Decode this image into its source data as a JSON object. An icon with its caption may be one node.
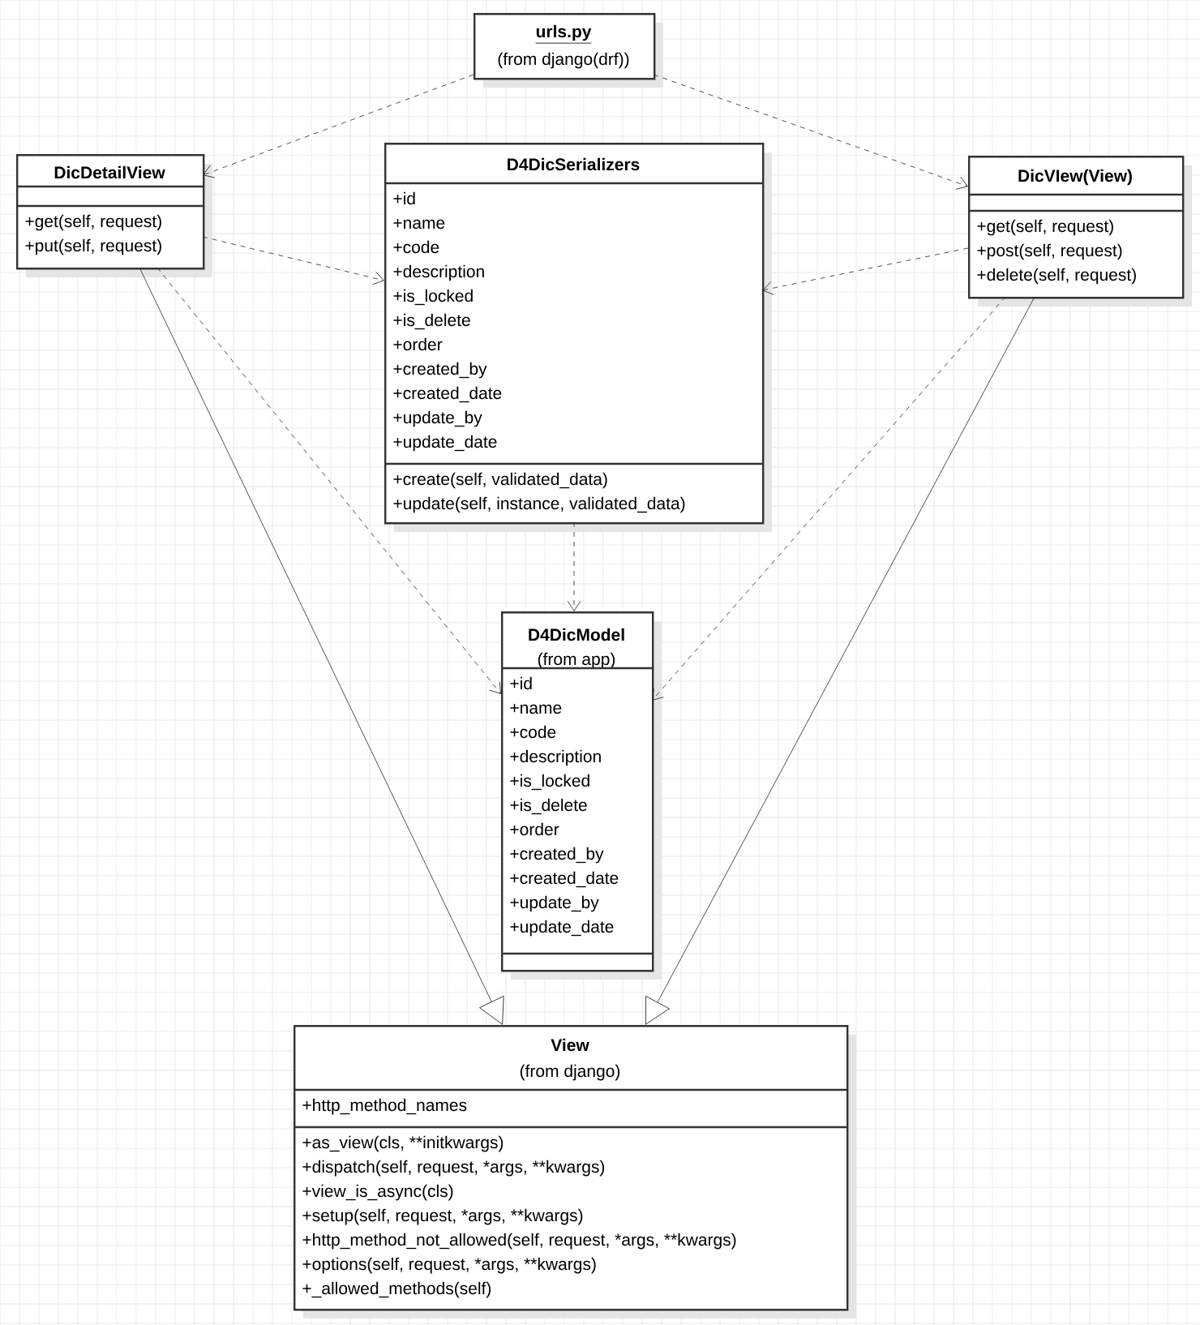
{
  "diagram": {
    "nodes": [
      {
        "text": [
          "urls.py",
          "(from django(drf))"
        ]
      },
      {
        "text": [
          "DicDetailView",
          "+get(self, request)",
          "+put(self, request)"
        ]
      },
      {
        "text": [
          "D4DicSerializers",
          "+id",
          "+name",
          "+code",
          "+description",
          "+is_locked",
          "+is_delete",
          "+order",
          "+created_by",
          "+created_date",
          "+update_by",
          "+update_date",
          "+create(self, validated_data)",
          "+update(self, instance, validated_data)"
        ]
      },
      {
        "text": [
          "DicVIew(View)",
          "+get(self, request)",
          "+post(self, request)",
          "+delete(self, request)"
        ]
      },
      {
        "text": [
          "D4DicModel",
          "(from app)",
          "+id",
          "+name",
          "+code",
          "+description",
          "+is_locked",
          "+is_delete",
          "+order",
          "+created_by",
          "+created_date",
          "+update_by",
          "+update_date"
        ]
      },
      {
        "text": [
          "View",
          "(from django)",
          "+http_method_names",
          "+as_view(cls, **initkwargs)",
          "+dispatch(self, request, *args, **kwargs)",
          "+view_is_async(cls)",
          "+setup(self, request, *args, **kwargs)",
          "+http_method_not_allowed(self, request, *args, **kwargs)",
          "+options(self, request, *args, **kwargs)",
          "+_allowed_methods(self)"
        ]
      }
    ],
    "edges": [
      {
        "from": 0,
        "to": 1,
        "arrow": "to",
        "style": "dashed"
      },
      {
        "from": 0,
        "to": 3,
        "arrow": "to",
        "style": "dashed"
      },
      {
        "from": 1,
        "to": 2,
        "arrow": "to",
        "style": "dashed"
      },
      {
        "from": 3,
        "to": 2,
        "arrow": "to",
        "style": "dashed"
      },
      {
        "from": 1,
        "to": 4,
        "arrow": "to",
        "style": "dashed"
      },
      {
        "from": 3,
        "to": 4,
        "arrow": "to",
        "style": "dashed"
      },
      {
        "from": 2,
        "to": 4,
        "arrow": "to",
        "style": "dashed"
      },
      {
        "from": 1,
        "to": 5,
        "arrow": "to"
      },
      {
        "from": 3,
        "to": 5,
        "arrow": "to"
      }
    ]
  }
}
